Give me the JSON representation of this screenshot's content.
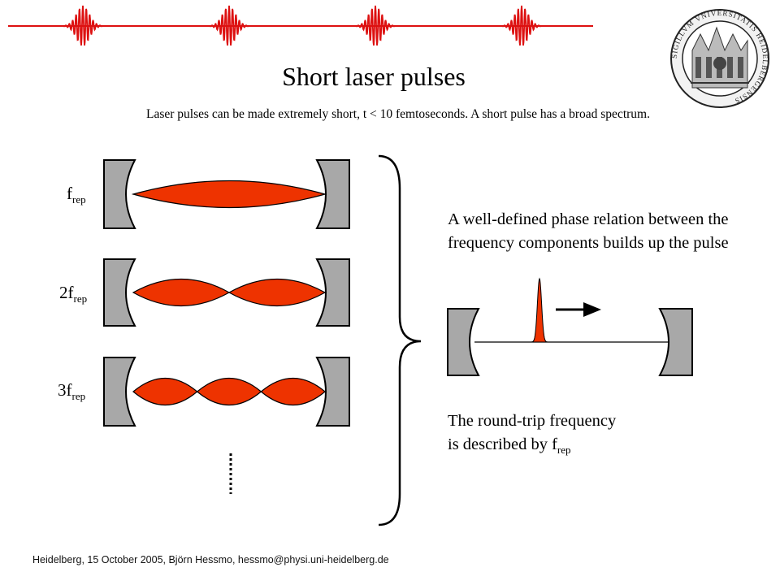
{
  "title": "Short laser pulses",
  "subtitle": "Laser pulses can be made extremely short, t < 10 femtoseconds. A short pulse has a broad spectrum.",
  "modes": [
    {
      "prefix": "f",
      "subscript": "rep",
      "antinodes": 1
    },
    {
      "prefix": "2f",
      "subscript": "rep",
      "antinodes": 2
    },
    {
      "prefix": "3f",
      "subscript": "rep",
      "antinodes": 3
    }
  ],
  "phase_text": {
    "line1": "A well-defined phase relation between the",
    "line2": "frequency components builds up the pulse"
  },
  "round_trip_text": {
    "line1": "The round-trip frequency",
    "line2_prefix": "is described by f",
    "line2_subscript": "rep"
  },
  "footer": "Heidelberg,  15 October 2005, Björn Hessmo, hessmo@physi.uni-heidelberg.de",
  "seal_logo_text": "SIGILLVM VNIVERSITATIS HEIDELBERGENSIS",
  "pulse_train_count": 4,
  "colors": {
    "pulse_red": "#dd1111",
    "mode_fill": "#ee3300",
    "mirror_gray": "#a8a8a8"
  }
}
